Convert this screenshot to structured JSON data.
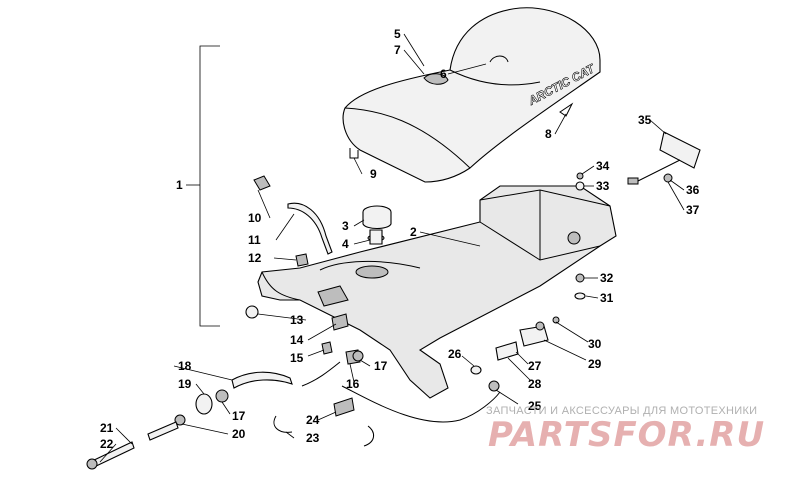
{
  "callouts": [
    {
      "id": "1",
      "label": "1"
    },
    {
      "id": "2",
      "label": "2"
    },
    {
      "id": "3",
      "label": "3"
    },
    {
      "id": "4",
      "label": "4"
    },
    {
      "id": "5",
      "label": "5"
    },
    {
      "id": "6",
      "label": "6"
    },
    {
      "id": "7",
      "label": "7"
    },
    {
      "id": "8",
      "label": "8"
    },
    {
      "id": "9",
      "label": "9"
    },
    {
      "id": "10",
      "label": "10"
    },
    {
      "id": "11",
      "label": "11"
    },
    {
      "id": "12",
      "label": "12"
    },
    {
      "id": "13",
      "label": "13"
    },
    {
      "id": "14",
      "label": "14"
    },
    {
      "id": "15",
      "label": "15"
    },
    {
      "id": "16",
      "label": "16"
    },
    {
      "id": "17a",
      "label": "17"
    },
    {
      "id": "17b",
      "label": "17"
    },
    {
      "id": "18",
      "label": "18"
    },
    {
      "id": "19",
      "label": "19"
    },
    {
      "id": "20",
      "label": "20"
    },
    {
      "id": "21",
      "label": "21"
    },
    {
      "id": "22",
      "label": "22"
    },
    {
      "id": "23",
      "label": "23"
    },
    {
      "id": "24",
      "label": "24"
    },
    {
      "id": "25",
      "label": "25"
    },
    {
      "id": "26",
      "label": "26"
    },
    {
      "id": "27",
      "label": "27"
    },
    {
      "id": "28",
      "label": "28"
    },
    {
      "id": "29",
      "label": "29"
    },
    {
      "id": "30",
      "label": "30"
    },
    {
      "id": "31",
      "label": "31"
    },
    {
      "id": "32",
      "label": "32"
    },
    {
      "id": "33",
      "label": "33"
    },
    {
      "id": "34",
      "label": "34"
    },
    {
      "id": "35",
      "label": "35"
    },
    {
      "id": "36",
      "label": "36"
    },
    {
      "id": "37",
      "label": "37"
    }
  ],
  "seat_logo": "ARCTIC CAT",
  "watermark": {
    "tagline": "ЗАПЧАСТИ И АКСЕССУАРЫ ДЛЯ МОТОТЕХНИКИ",
    "logo": "PARTSFOR.RU"
  },
  "colors": {
    "line": "#000000",
    "part_fill": "#e8e8e8",
    "watermark_logo": "#e6b0b0",
    "watermark_text": "#b0b0b0"
  }
}
